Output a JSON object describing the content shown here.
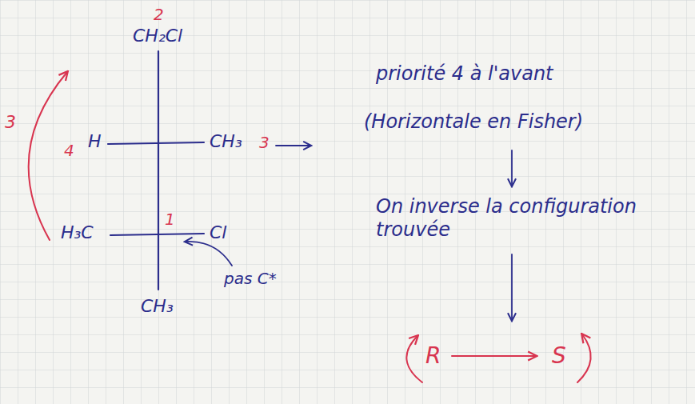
{
  "diagram": {
    "labels": [
      "2",
      "CH₂Cl",
      "3",
      "4",
      "H",
      "CH₃",
      "3",
      "H₃C",
      "1",
      "Cl",
      "CH₃",
      "pas C*",
      "priorité 4 à l'avant",
      "(Horizontale en Fisher)",
      "On inverse la configuration trouvée",
      "R",
      "S"
    ]
  }
}
